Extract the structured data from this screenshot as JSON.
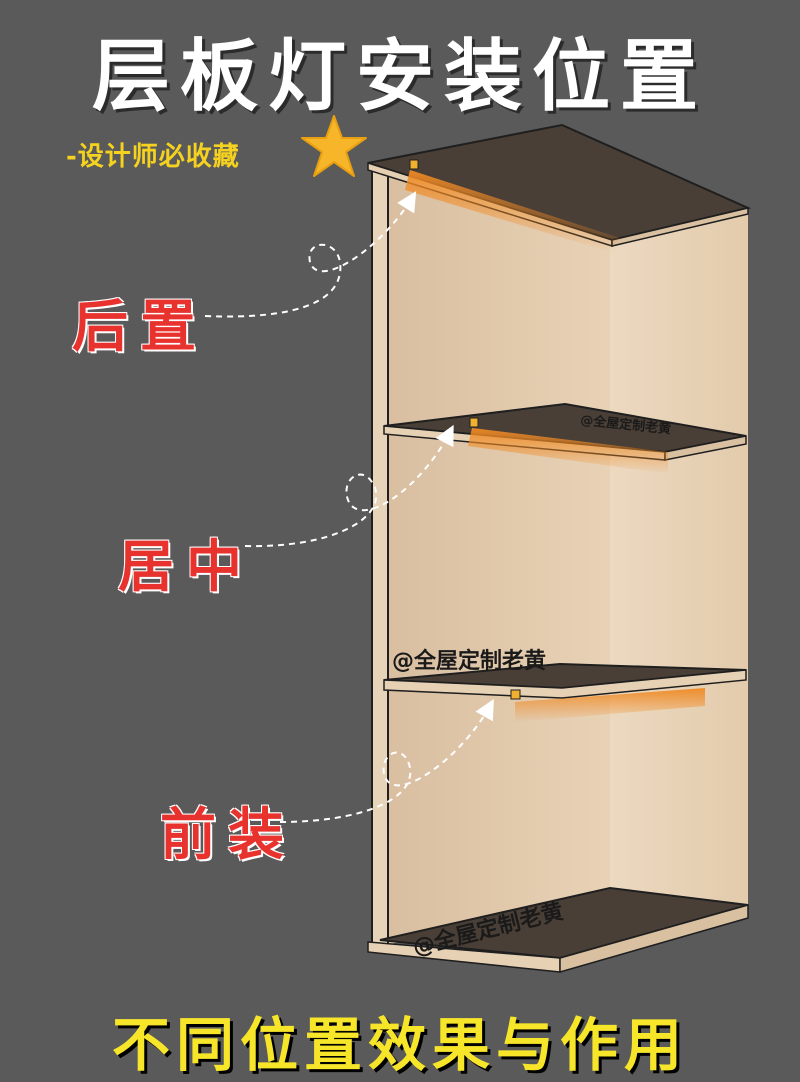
{
  "title": "层板灯安装位置",
  "subtitle": "-设计师必收藏",
  "labels": {
    "rear": "后置",
    "middle": "居中",
    "front": "前装"
  },
  "watermarks": {
    "top_shelf": "@全屋定制老黄",
    "middle_shelf": "@全屋定制老黄",
    "bottom": "@全屋定制老黄"
  },
  "footer": "不同位置效果与作用",
  "colors": {
    "background": "#5a5a5a",
    "title": "#ffffff",
    "subtitle": "#f5d21f",
    "labels": "#e8322e",
    "footer": "#f7e52a",
    "light_strip": "#f08a24",
    "wood": "#e2c9ab",
    "shelf_top": "#4a3f36"
  },
  "icons": {
    "star": "star-icon",
    "arrows": "dashed-arrow-icon"
  }
}
